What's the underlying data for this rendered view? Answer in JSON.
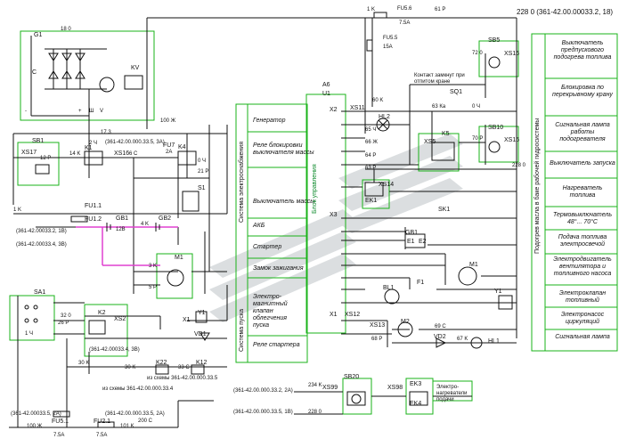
{
  "header": {
    "ref_top": "228 0 (361-42.00.00033.2, 18)",
    "fuse_top_wire": "1 K",
    "fuse_top": "FU5.6",
    "fuse_top_rating": "7.5A",
    "fuse_top_out": "61 P",
    "fuse2": "FU5.5",
    "fuse2_rating": "15A",
    "fuse2_wire": "60 K"
  },
  "generator_block": {
    "name": "G1",
    "regulator": "KV",
    "cap": "C",
    "w18": "18 0",
    "w17": "17 3",
    "w100": "100 Ж",
    "ref": "(361-42.00.000.33.5, 3A)",
    "plus": "+",
    "minus": "-",
    "sh": "Ш",
    "v": "V"
  },
  "left_section": {
    "sb1": "SB1",
    "xs17": "XS17",
    "k1": "K1",
    "xs16": "XS16",
    "fu7": "FU7",
    "fu7_r": "2A",
    "k4": "K4",
    "s1": "S1",
    "fu1_1": "FU1.1",
    "fu1_2": "FU1.2",
    "gb1": "GB1",
    "gb2": "GB2",
    "m1": "M1",
    "sa1": "SA1",
    "k2": "K2",
    "xs2": "XS2",
    "y1": "Y1",
    "vd1": "VD1",
    "x1": "X1",
    "k22": "K22",
    "k12": "K12",
    "fu5_1": "FU5.1",
    "fu2_1": "FU2.1",
    "w1k": "1 K",
    "w12v": "12B",
    "w4k": "4 K",
    "w3k": "3 K",
    "w5p": "5 P",
    "w12p": "12 P",
    "w14k": "14 K",
    "w6c": "6 C",
    "w21p": "21 P",
    "w0ch": "0 Ч",
    "w26p": "26 P",
    "w32o": "32 0",
    "w30k": "30 K",
    "w33c": "33 C",
    "w30k2": "30 K",
    "w100zh": "100 Ж",
    "w101k": "101 K",
    "w200c": "200 C",
    "ref1": "(361-42.00033.2, 1B)",
    "ref2": "(361-42.00033.4, 3B)",
    "ref3": "(361-42.00033.4, 3B)",
    "ref4": "из схемы  361-42.00.000.33.4",
    "ref5": "из схемы  361-42.00.000.33.5",
    "ref6": "(361-42.00033.5, 2A)",
    "ref7": "(361-42.00.000.33.5, 2A)",
    "fu5_1_r": "7.5A",
    "fu2_1_r": "7.5A",
    "w1ch": "1 Ч",
    "w2": "2 Ч"
  },
  "left_panel": {
    "title_vert": "Система электроснабжения",
    "title_vert2": "Система пуска",
    "items": [
      "Генератор",
      "Реле блокировки выключателя массы",
      "Выключатель массы",
      "АКБ",
      "Стартер",
      "Замок зажигания",
      "Электро-магнитный клапан облегчения пуска",
      "Реле стартера"
    ]
  },
  "center_block": {
    "a6": "A6",
    "u1": "U1",
    "label_vert": "Блок управления",
    "x2": "X2",
    "xs11": "XS11",
    "hl2": "HL2",
    "w65": "65 Ч",
    "w66": "66 Ж",
    "w64": "64 Р",
    "w63": "63 Р",
    "ek1": "EK1",
    "xs14": "XS14",
    "x3": "X3",
    "sk1": "SK1",
    "gb1": "GB1",
    "e1": "E1",
    "e2": "E2",
    "m1": "M1",
    "bl1": "BL1",
    "f1": "F1",
    "y1": "Y1",
    "x1": "X1",
    "xs12": "XS12",
    "xs13": "XS13",
    "m2": "M2",
    "vd2": "VD2",
    "hl1": "HL1",
    "w68": "68 P",
    "w69": "69 C",
    "w67": "67 K"
  },
  "right_circuit": {
    "sb5": "SB5",
    "xs16": "XS16",
    "w72": "72 0",
    "sq1": "SQ1",
    "contact_note": "Контакт замкнут при отпитом кране",
    "xs5": "XS5",
    "k5": "K5",
    "sb10": "SB10",
    "xs15": "XS15",
    "w63k": "63 Ка",
    "w228": "228 0",
    "w70": "70 Р",
    "w0ch": "0 Ч"
  },
  "bottom_right": {
    "sb20": "SB20",
    "xs99": "XS99",
    "xs98": "XS98",
    "ek3": "EK3",
    "ek4": "EK4",
    "note": "Электро-нагреватели подачи",
    "ref1": "(361-42.00.000.33.2, 2A)",
    "ref2": "(361-42.00.000.33.5, 1B)",
    "w234k": "234 K",
    "w228o": "228 0"
  },
  "right_panel": {
    "title_vert": "Подогрев масла в баке рабочей гидросистемы",
    "items": [
      "Выключатель предпускового подогрева топлива",
      "Блокировка по перекрывному крану",
      "Сигнальная лампа работы подогревателя",
      "Выключатель запуска",
      "Нагреватель топлива",
      "Термовыключатель 48°... 70°С",
      "Подача топлива электросвечой",
      "Электродвигатель вентилятора и топливного насоса",
      "Электроклапан топливный",
      "Электронасос циркуляций",
      "Сигнальная лампа"
    ]
  },
  "colors": {
    "wire": "#111111",
    "frame": "#19b319",
    "pink": "#e040d0",
    "watermark": "#b9bfc3"
  }
}
